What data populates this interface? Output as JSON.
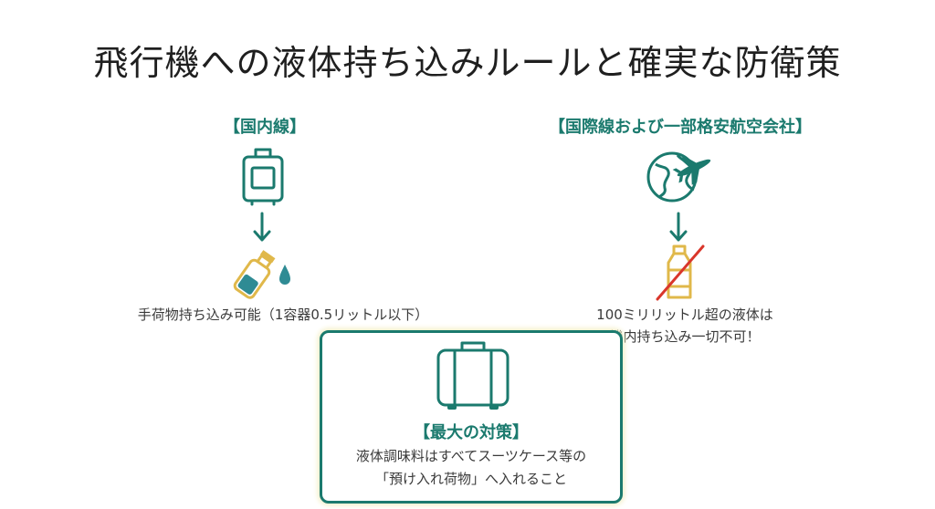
{
  "title": "飛行機への液体持ち込みルールと確実な防衛策",
  "domestic": {
    "heading": "【国内線】",
    "caption": "手荷物持ち込み可能（1容器0.5リットル以下）"
  },
  "international": {
    "heading": "【国際線および一部格安航空会社】",
    "caption_line1": "100ミリリットル超の液体は",
    "caption_line2": "機内持ち込み一切不可！"
  },
  "best_measure": {
    "heading": "【最大の対策】",
    "line1": "液体調味料はすべてスーツケース等の",
    "line2": "「預け入れ荷物」へ入れること"
  },
  "colors": {
    "teal": "#1b7a6e",
    "gold": "#e0b84a",
    "red": "#d9362b"
  },
  "icons": [
    "suitcase-trolley-icon",
    "arrow-down-icon",
    "bottle-droplet-icon",
    "globe-airplane-icon",
    "prohibited-bottle-icon",
    "briefcase-icon"
  ]
}
